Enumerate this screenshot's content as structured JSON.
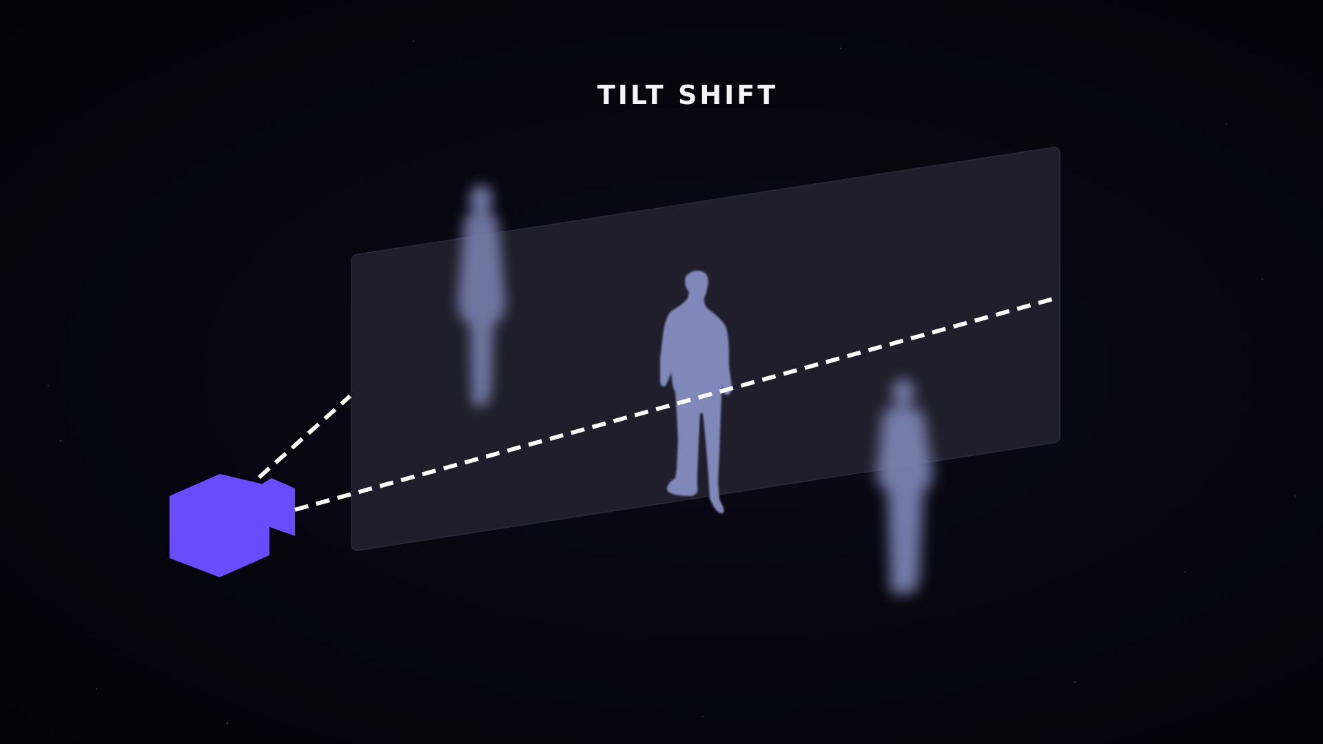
{
  "title": "TILT SHIFT",
  "colors": {
    "background": "#06050d",
    "camera": "#6a4cff",
    "plane": "#1f1e2a",
    "figure": "#7f88b8",
    "title": "#f4f4f8",
    "focus_line": "#ffffff"
  },
  "elements": {
    "camera": {
      "icon": "camera-icon"
    },
    "focus_plane": {
      "label": ""
    },
    "figures": [
      {
        "name": "figure-background-left",
        "state": "blurred"
      },
      {
        "name": "figure-center",
        "state": "sharp"
      },
      {
        "name": "figure-foreground-right",
        "state": "blurred"
      }
    ]
  }
}
